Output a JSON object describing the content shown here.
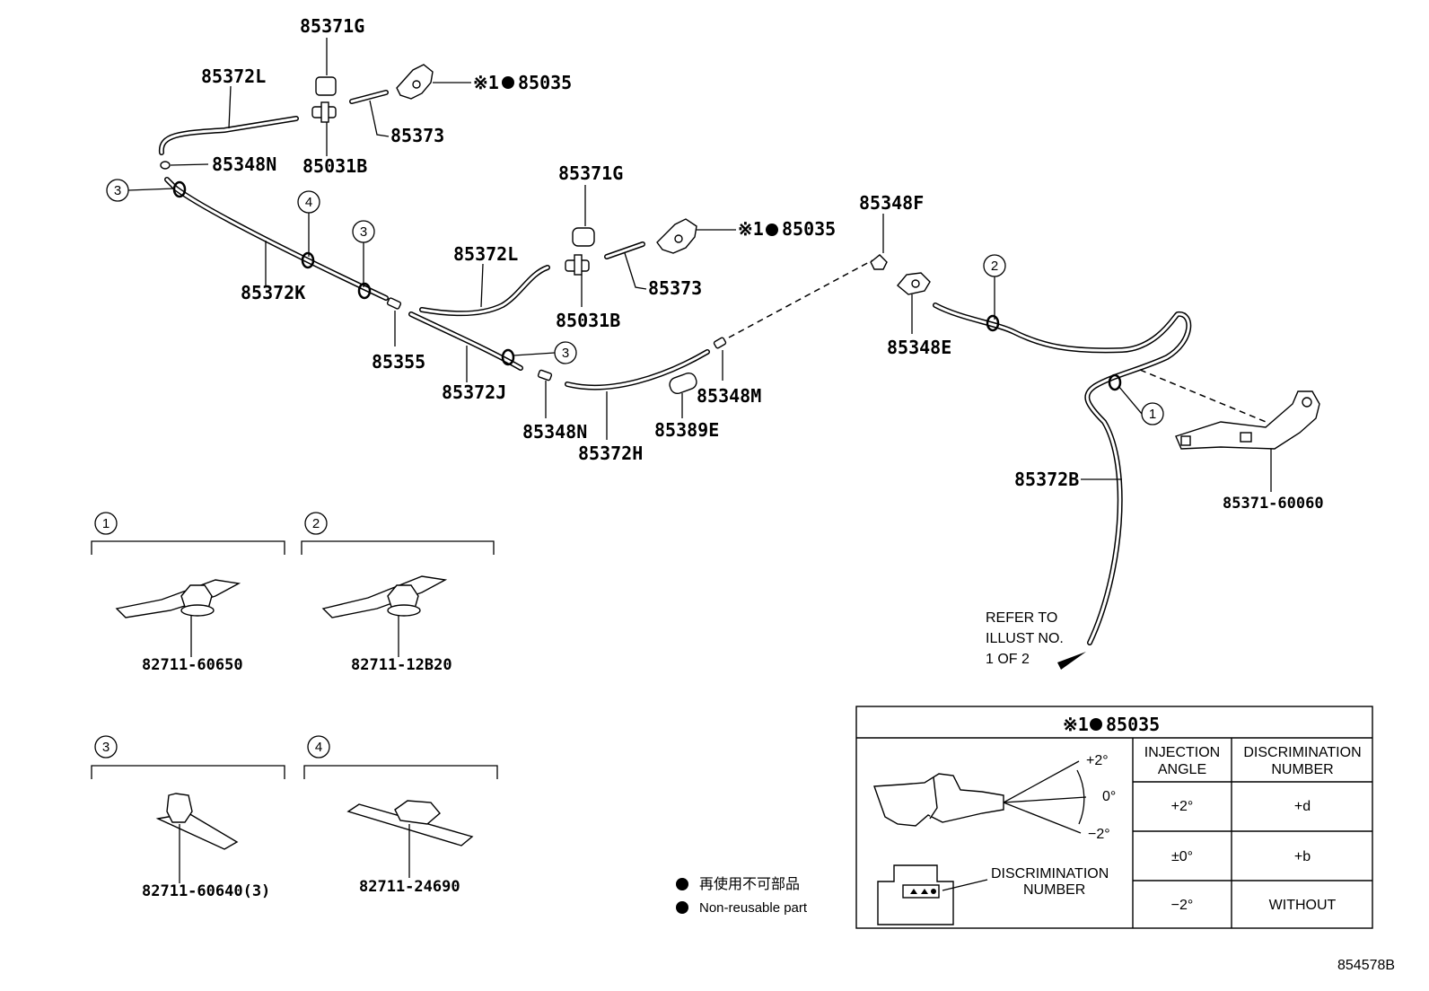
{
  "parts": {
    "p85371G_top": "85371G",
    "p85372L_top": "85372L",
    "p85035_top": "85035",
    "p85373_top": "85373",
    "p85348N_top": "85348N",
    "p85031B_top": "85031B",
    "p85371G_mid": "85371G",
    "p85372L_mid": "85372L",
    "p85035_mid": "85035",
    "p85373_mid": "85373",
    "p85031B_mid": "85031B",
    "p85372K": "85372K",
    "p85355": "85355",
    "p85372J": "85372J",
    "p85348N_mid": "85348N",
    "p85372H": "85372H",
    "p85389E": "85389E",
    "p85348M": "85348M",
    "p85348F": "85348F",
    "p85348E": "85348E",
    "p85372B": "85372B",
    "p85371_60060": "85371-60060"
  },
  "mark_prefix": "※1",
  "callouts": {
    "c1": "1",
    "c2": "2",
    "c3": "3",
    "c4": "4"
  },
  "clips": {
    "clip1": "82711-60650",
    "clip2": "82711-12B20",
    "clip3": "82711-60640(3)",
    "clip4": "82711-24690"
  },
  "refer": {
    "line1": "REFER TO",
    "line2": "ILLUST NO.",
    "line3": "1 OF 2"
  },
  "legend": {
    "jp": "再使用不可部品",
    "en": "Non-reusable part"
  },
  "table": {
    "title_prefix": "※1",
    "title_part": "85035",
    "col1_line1": "INJECTION",
    "col1_line2": "ANGLE",
    "col2_line1": "DISCRIMINATION",
    "col2_line2": "NUMBER",
    "rows": [
      {
        "angle": "+2°",
        "number": "+d"
      },
      {
        "angle": "±0°",
        "number": "+b"
      },
      {
        "angle": "−2°",
        "number": "WITHOUT"
      }
    ],
    "angle_plus": "+2°",
    "angle_zero": "0°",
    "angle_minus": "−2°",
    "disc_line1": "DISCRIMINATION",
    "disc_line2": "NUMBER"
  },
  "illustration_id": "854578B"
}
